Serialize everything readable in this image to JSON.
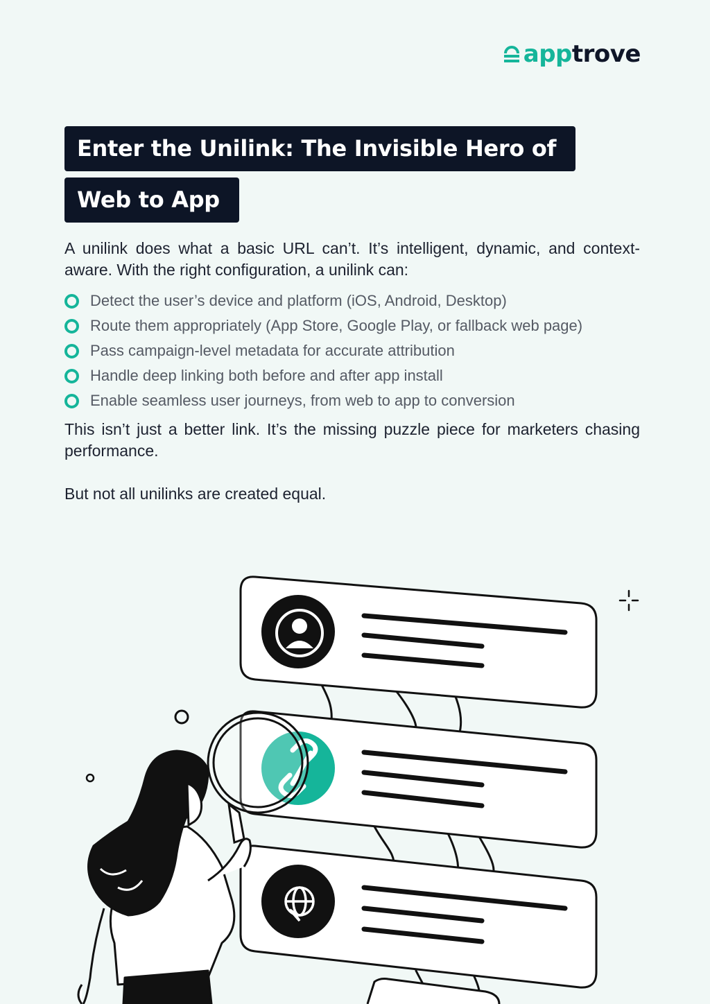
{
  "brand": {
    "logo_part1": "app",
    "logo_part2": "trove",
    "accent": "#15b59a",
    "dark": "#0d1526"
  },
  "heading": {
    "line1": "Enter the Unilink: The Invisible Hero of",
    "line2": "Web to App"
  },
  "intro": "A unilink does what a basic URL can’t. It’s intelligent, dynamic, and context-aware. With the right configuration, a unilink can:",
  "bullets": [
    "Detect the user’s device and platform (iOS, Android, Desktop)",
    "Route them appropriately (App Store, Google Play, or fallback web page)",
    "Pass campaign-level metadata for accurate attribution",
    "Handle deep linking both before and after app install",
    "Enable seamless user journeys, from web to app to conversion"
  ],
  "outro": "This isn’t just a better link. It’s the missing puzzle piece for marketers chasing performance.",
  "closing": "But not all unilinks are created equal.",
  "illustration": {
    "icons": [
      "user-profile-icon",
      "link-icon",
      "globe-cursor-icon"
    ],
    "figure": "woman-with-magnifying-glass"
  }
}
